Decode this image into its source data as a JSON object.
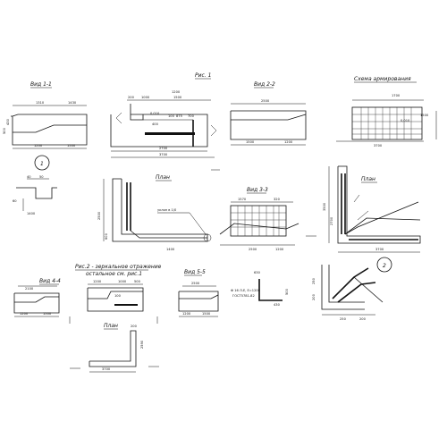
{
  "views": {
    "v11": "Вид 1-1",
    "ris1": "Рис. 1",
    "v22": "Вид 2-2",
    "scheme": "Схема армирования",
    "plan1": "План",
    "v33": "Вид 3-3",
    "plan2": "План",
    "v44": "Вид 4-4",
    "ris2_l1": "Рис.2 - зеркальное отражение",
    "ris2_l2": "остальное см. рис.1",
    "v55": "Вид 5-5",
    "plan3": "План"
  },
  "markers": {
    "c1": "1",
    "c2": "2"
  },
  "dims": {
    "d1210": "1310",
    "d1430": "1430",
    "d1200a": "1200",
    "d1500a": "1500",
    "d500": "500",
    "d430": "430",
    "d200": "200",
    "d1000": "1000",
    "d1500b": "1500",
    "d1200b": "1200",
    "d0010": "0,010",
    "d100": "100",
    "d875": "875",
    "d700": "700",
    "d400": "400",
    "d2700": "2700",
    "d3700": "3700",
    "d2500": "2500",
    "d1500c": "1500",
    "d1200c": "1200",
    "d1700": "1700",
    "d3700b": "3700",
    "d0010b": "0,010",
    "d1500d": "1500",
    "d40": "40",
    "d50": "50",
    "d60": "60",
    "d1400": "1400",
    "d2500e": "2500",
    "d600": "600",
    "d1400b": "1400",
    "d1570": "1570",
    "d320": "320",
    "d2500f": "2500",
    "d1200f": "1200",
    "d3500": "3500",
    "d2700g": "2700",
    "d3700g": "3700",
    "d2100": "2100",
    "d1200g": "1200",
    "d2500g": "2500",
    "d1000h": "1000",
    "d100h": "100",
    "d1200h": "1200",
    "d500h": "500",
    "dnote1": "Ф 16 Л-Е, Е=1200",
    "dnote2": "ГОСТ5781-82",
    "d630": "630",
    "d2590": "2590",
    "d250": "250",
    "d200i": "200",
    "dslope": "уклон в 1/0"
  }
}
